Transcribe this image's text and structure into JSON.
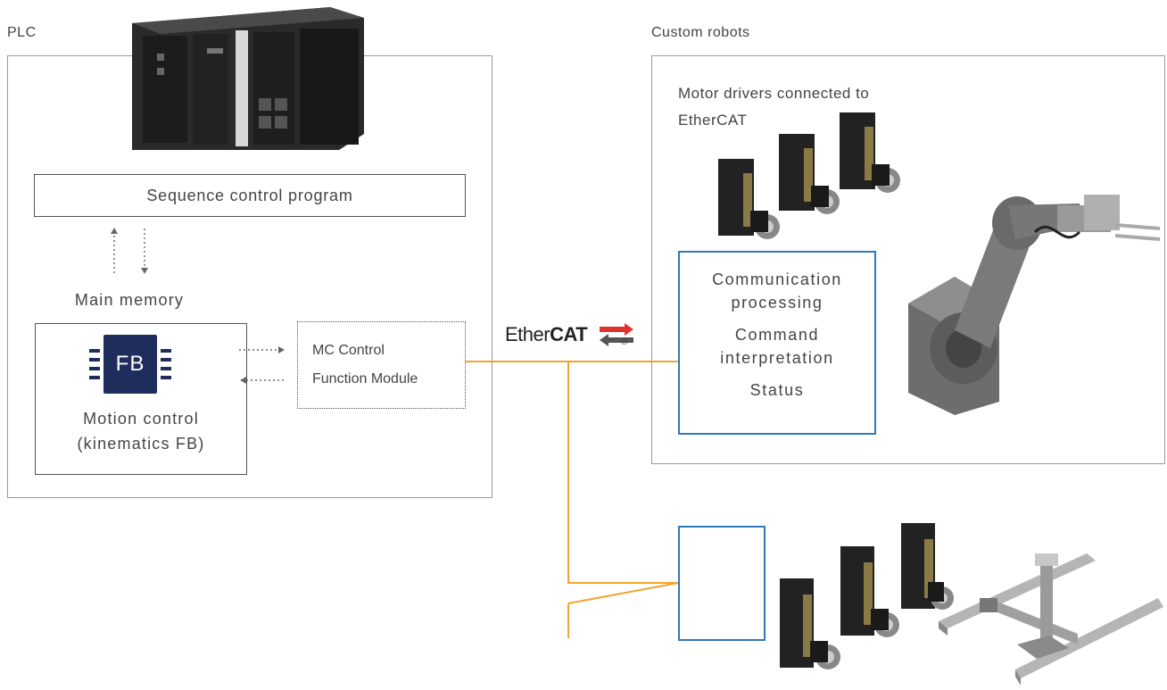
{
  "plc_section": {
    "title": "PLC",
    "sequence_program": "Sequence control program",
    "main_memory": "Main memory",
    "fb_chip_label": "FB",
    "motion_control_line1": "Motion control",
    "motion_control_line2": "(kinematics FB)",
    "mc_module_line1": "MC Control",
    "mc_module_line2": "Function Module"
  },
  "network": {
    "logo_text_regular": "Ether",
    "logo_text_bold": "CAT",
    "logo_registered": "®"
  },
  "robots_section": {
    "title": "Custom robots",
    "drivers_line1": "Motor drivers connected to",
    "drivers_line2": "EtherCAT",
    "comm_items": [
      "Communication",
      "processing",
      "Command",
      "interpretation",
      "Status"
    ]
  },
  "colors": {
    "network_line": "#f0a62e",
    "comm_box_border": "#2f7ab8",
    "fb_chip": "#1f2d5c",
    "panel_border": "#9a9a9a"
  }
}
